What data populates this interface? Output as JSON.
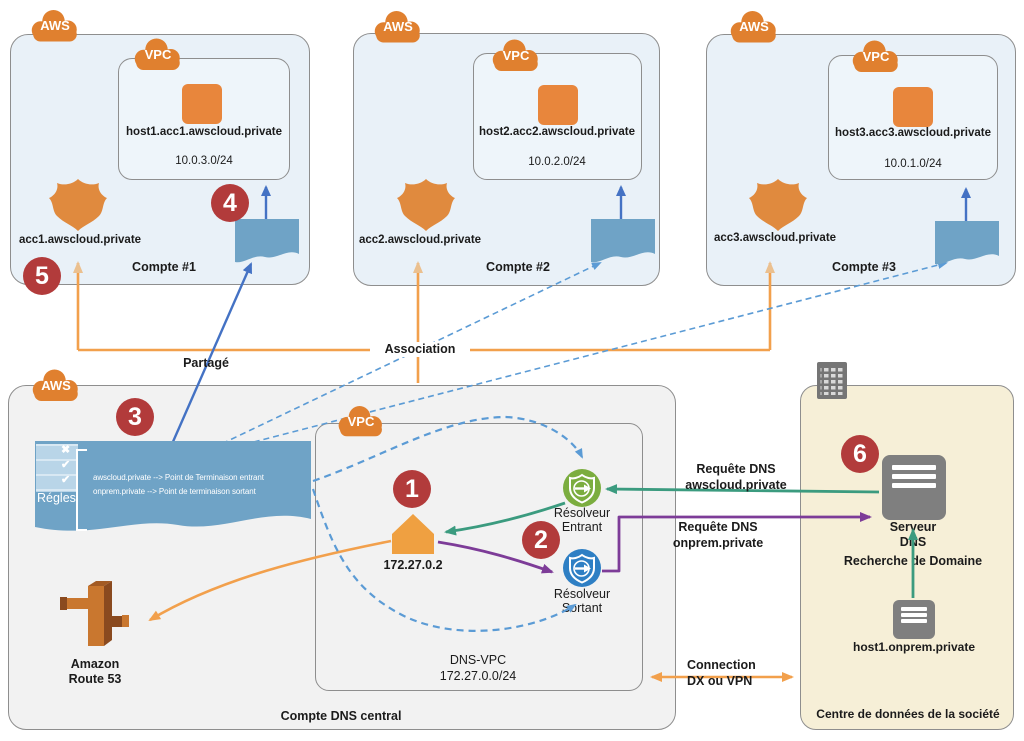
{
  "badges": {
    "aws": "AWS",
    "vpc": "VPC"
  },
  "steps": {
    "s1": "1",
    "s2": "2",
    "s3": "3",
    "s4": "4",
    "s5": "5",
    "s6": "6"
  },
  "accounts": [
    {
      "name": "Compte #1",
      "host": "host1.acc1.awscloud.private",
      "cidr": "10.0.3.0/24",
      "zone": "acc1.awscloud.private"
    },
    {
      "name": "Compte #2",
      "host": "host2.acc2.awscloud.private",
      "cidr": "10.0.2.0/24",
      "zone": "acc2.awscloud.private"
    },
    {
      "name": "Compte #3",
      "host": "host3.acc3.awscloud.private",
      "cidr": "10.0.1.0/24",
      "zone": "acc3.awscloud.private"
    }
  ],
  "connections": {
    "association": "Association",
    "shared": "Partagé",
    "query_awscloud": "Requête DNS\nawscloud.private",
    "query_onprem": "Requête DNS\nonprem.private",
    "dx": "Connection\nDX ou VPN"
  },
  "central": {
    "name": "Compte DNS central",
    "vpc_name": "DNS-VPC",
    "vpc_cidr": "172.27.0.0/24",
    "resolver_ip": "172.27.0.2",
    "inbound": "Résolveur\nEntrant",
    "outbound": "Résolveur\nSortant",
    "route53": "Amazon\nRoute 53",
    "rules_label": "Régles",
    "rule1": "awscloud.private --> Point de Terminaison entrant",
    "rule2": "onprem.private --> Point de terminaison sortant"
  },
  "datacenter": {
    "name": "Centre de données de la société",
    "server": "Serveur\nDNS",
    "lookup": "Recherche de Domaine",
    "host": "host1.onprem.private"
  },
  "icons": {
    "rule_reject": "✖",
    "rule_accept": "✔",
    "rule_accept2": "✔"
  },
  "colors": {
    "aws_orange": "#E0802F",
    "icon_orange": "#E8863C",
    "doc_blue": "#6FA3C6",
    "badge_red": "#B23B3B",
    "arrow_orange": "#F2A04C",
    "arrow_tan": "#EBC08F",
    "arrow_blue": "#4472C4",
    "dashed_blue": "#5B9BD5",
    "green": "#3B9B7F",
    "purple": "#7D3C98",
    "inbound_green": "#7BAD3F",
    "outbound_blue": "#2E7FC4",
    "server_gray": "#7F7F7F",
    "account_fill": "#E9F1F8",
    "central_fill": "#F2F2F2",
    "dc_fill": "#F6EFD7"
  }
}
